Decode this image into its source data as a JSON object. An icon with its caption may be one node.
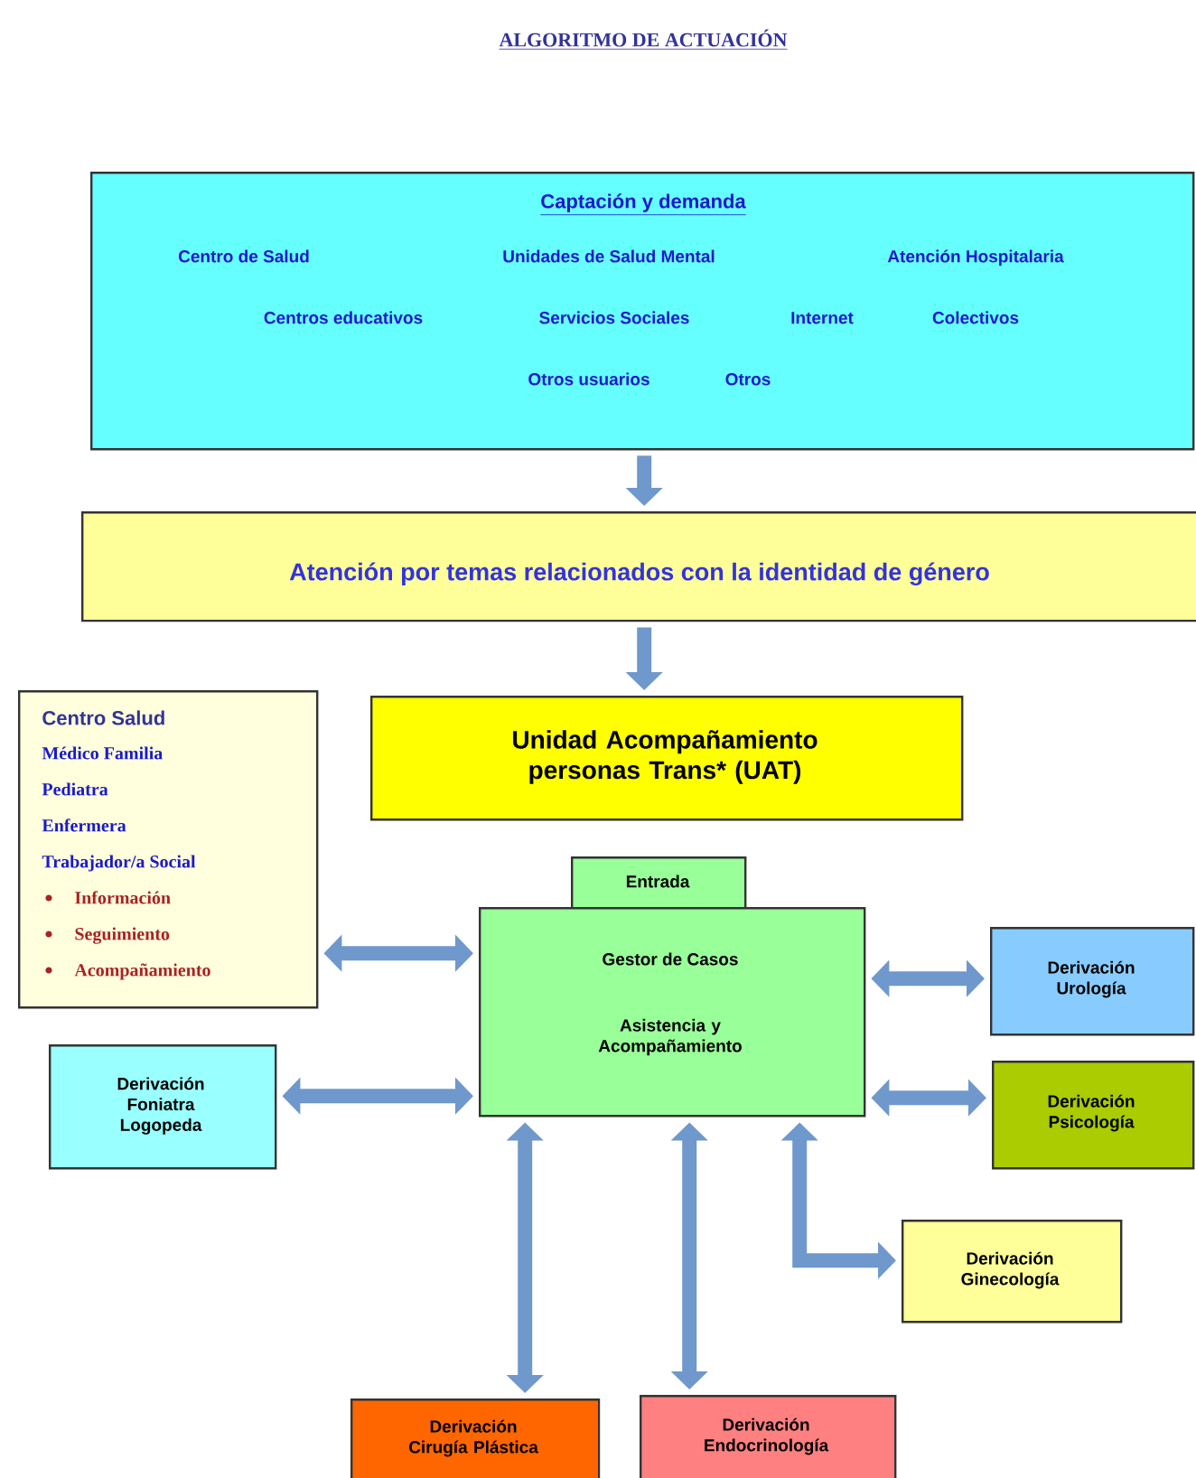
{
  "diagram": {
    "title": "ALGORITMO DE ACTUACIÓN",
    "nodes": [
      {
        "text": [
          "Captación y demanda",
          "Centro de Salud",
          "Unidades de Salud Mental",
          "Atención Hospitalaria",
          "Centros educativos",
          "Servicios Sociales",
          "Internet",
          "Colectivos",
          "Otros usuarios",
          "Otros"
        ]
      },
      {
        "text": [
          "Atención por temas relacionados con la identidad de género"
        ]
      },
      {
        "text": [
          "Unidad Acompañamiento personas Trans* (UAT)"
        ]
      },
      {
        "text": [
          "Centro Salud",
          "Médico Familia",
          "Pediatra",
          "Enfermera",
          "Trabajador/a Social",
          "Información",
          "Seguimiento",
          "Acompañamiento"
        ]
      },
      {
        "text": [
          "Entrada"
        ]
      },
      {
        "text": [
          "Gestor de Casos",
          "Asistencia y Acompañamiento"
        ]
      },
      {
        "text": [
          "Derivación Urología"
        ]
      },
      {
        "text": [
          "Derivación Foniatra Logopeda"
        ]
      },
      {
        "text": [
          "Derivación Psicología"
        ]
      },
      {
        "text": [
          "Derivación Ginecología"
        ]
      },
      {
        "text": [
          "Derivación Cirugía Plástica"
        ]
      },
      {
        "text": [
          "Derivación Endocrinología"
        ]
      }
    ],
    "edges": [
      {
        "from": 0,
        "to": 1,
        "arrow": "to"
      },
      {
        "from": 1,
        "to": 2,
        "arrow": "to"
      },
      {
        "from": 3,
        "to": 5,
        "arrow": "both"
      },
      {
        "from": 5,
        "to": 6,
        "arrow": "both"
      },
      {
        "from": 7,
        "to": 5,
        "arrow": "both"
      },
      {
        "from": 5,
        "to": 8,
        "arrow": "both"
      },
      {
        "from": 5,
        "to": 9,
        "arrow": "both"
      },
      {
        "from": 10,
        "to": 5,
        "arrow": "both"
      },
      {
        "from": 11,
        "to": 5,
        "arrow": "both"
      }
    ]
  }
}
